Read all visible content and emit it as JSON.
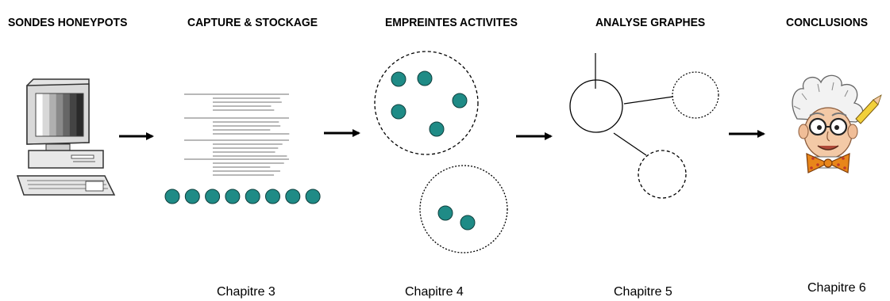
{
  "stages": [
    {
      "title": "SONDES HONEYPOTS",
      "icon": "computer-icon",
      "chapter": ""
    },
    {
      "title": "CAPTURE & STOCKAGE",
      "icon": "log-text-icon",
      "chapter": "Chapitre 3"
    },
    {
      "title": "EMPREINTES ACTIVITES",
      "icon": "cluster-circles-icon",
      "chapter": "Chapitre 4"
    },
    {
      "title": "ANALYSE GRAPHES",
      "icon": "graph-nodes-icon",
      "chapter": "Chapitre 5"
    },
    {
      "title": "CONCLUSIONS",
      "icon": "professor-icon",
      "chapter": "Chapitre 6"
    }
  ],
  "colors": {
    "dot": "#1f8b86",
    "dot_stroke": "#0f3f3d",
    "arrow": "#000000",
    "screen_gradient": [
      "#ffffff",
      "#d8d8d8",
      "#b0b0b0",
      "#8a8a8a",
      "#666666",
      "#444444",
      "#2a2a2a"
    ],
    "bowtie": "#e8861a",
    "bowtie_dots": "#c0392b"
  }
}
